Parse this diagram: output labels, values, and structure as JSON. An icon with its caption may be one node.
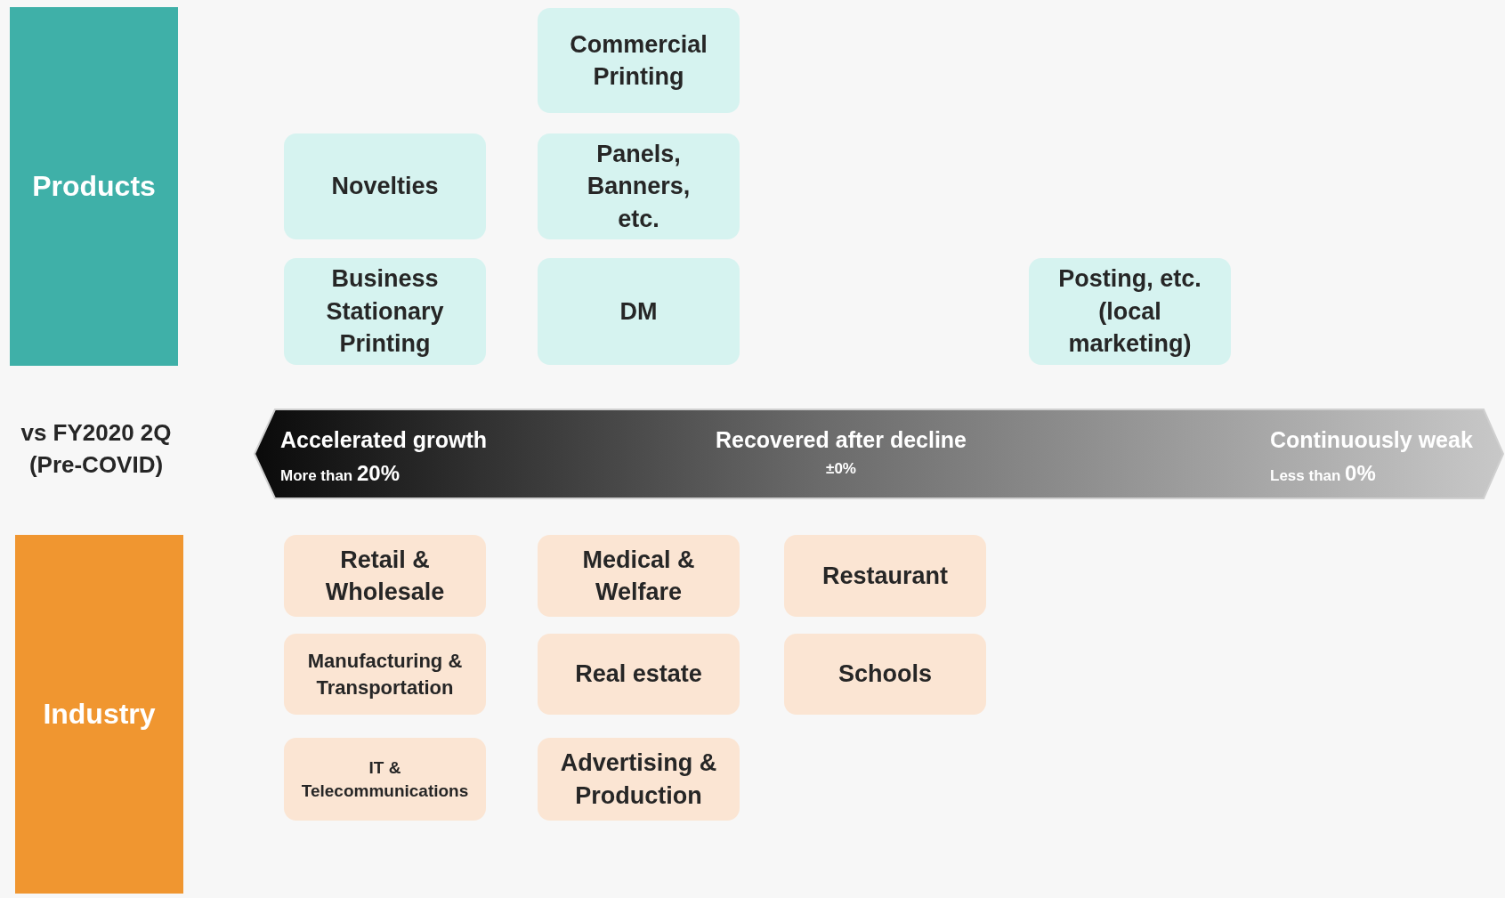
{
  "diagram": {
    "nodes": [
      {
        "text": [
          "Products"
        ]
      },
      {
        "text": [
          "Commercial Printing"
        ]
      },
      {
        "text": [
          "Novelties"
        ]
      },
      {
        "text": [
          "Panels, Banners, etc."
        ]
      },
      {
        "text": [
          "Business Stationary Printing"
        ]
      },
      {
        "text": [
          "DM"
        ]
      },
      {
        "text": [
          "Posting, etc. (local marketing)"
        ]
      },
      {
        "text": [
          "Accelerated growth",
          "More than **20%**",
          "Recovered after decline",
          "±0%",
          "Continuously weak",
          "Less than **0%**"
        ]
      },
      {
        "text": [
          "Industry"
        ]
      },
      {
        "text": [
          "Retail & Wholesale"
        ]
      },
      {
        "text": [
          "Medical & Welfare"
        ]
      },
      {
        "text": [
          "Restaurant"
        ]
      },
      {
        "text": [
          "Manufacturing & Transportation"
        ]
      },
      {
        "text": [
          "Real estate"
        ]
      },
      {
        "text": [
          "Schools"
        ]
      },
      {
        "text": [
          "IT & Telecommunications"
        ]
      },
      {
        "text": [
          "Advertising & Production"
        ]
      }
    ],
    "labels": [
      "vs FY2020 2Q (Pre-COVID)"
    ]
  }
}
